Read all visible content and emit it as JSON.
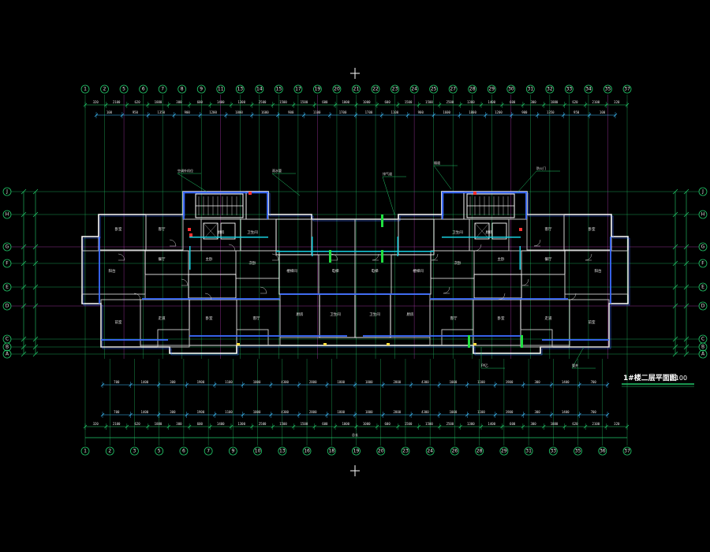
{
  "drawing": {
    "title": "1#楼二层平面图",
    "scale": "1:100",
    "background": "#000000",
    "colors": {
      "grid_axis": "#22c96a",
      "magenta_axis": "#c040c0",
      "dimension": "#3ec0ff",
      "wall": "#ffffff",
      "wall_alt": "#cfcfcf",
      "blue_wall": "#3b6bff",
      "cyan_wall": "#18d0e0",
      "green_line": "#20e040",
      "red_mark": "#ff3030",
      "yellow_mark": "#ffe040"
    }
  },
  "top_axes": [
    "1",
    "2",
    "5",
    "6",
    "7",
    "8",
    "9",
    "11",
    "13",
    "14",
    "15",
    "17",
    "19",
    "20",
    "21",
    "22",
    "23",
    "24",
    "25",
    "27",
    "28",
    "29",
    "30",
    "31",
    "32",
    "33",
    "34",
    "35",
    "37"
  ],
  "bottom_axes": [
    "1",
    "2",
    "3",
    "5",
    "6",
    "7",
    "9",
    "10",
    "13",
    "16",
    "18",
    "19",
    "20",
    "23",
    "24",
    "26",
    "28",
    "29",
    "31",
    "33",
    "35",
    "36",
    "37"
  ],
  "left_axes": [
    "J",
    "H",
    "G",
    "F",
    "E",
    "D",
    "C",
    "B",
    "A"
  ],
  "right_axes": [
    "J",
    "H",
    "G",
    "F",
    "E",
    "D",
    "C",
    "B",
    "A"
  ],
  "top_dim_outer": [
    "320",
    "2100",
    "620",
    "1880",
    "300",
    "600",
    "1400",
    "1300",
    "2500",
    "1500",
    "1500",
    "600",
    "1000",
    "1000",
    "600",
    "1500",
    "1500",
    "2500",
    "1300",
    "1400",
    "600",
    "300",
    "1880",
    "620",
    "2100",
    "320"
  ],
  "top_dim_inner": [
    "100",
    "950",
    "1350",
    "900",
    "1200",
    "1800",
    "1600",
    "900",
    "1100",
    "1700",
    "1700",
    "1100",
    "900",
    "1600",
    "1800",
    "1200",
    "900",
    "1350",
    "950",
    "100"
  ],
  "bottom_dim_outer": [
    "320",
    "2100",
    "620",
    "1880",
    "300",
    "600",
    "1400",
    "1300",
    "2500",
    "1500",
    "1500",
    "600",
    "1000",
    "1000",
    "600",
    "1500",
    "1500",
    "2500",
    "1300",
    "1400",
    "600",
    "300",
    "1880",
    "620",
    "2100",
    "320"
  ],
  "bottom_dim_mid": [
    "700",
    "1400",
    "300",
    "1900",
    "1100",
    "1000",
    "4300",
    "2800",
    "1800",
    "1800",
    "2800",
    "4300",
    "1000",
    "1100",
    "1900",
    "300",
    "1400",
    "700"
  ],
  "total_dim_label": "总长",
  "room_labels": [
    "卧室",
    "客厅",
    "厨房",
    "卫生间",
    "阳台",
    "餐厅",
    "主卧",
    "次卧",
    "楼梯间",
    "电梯",
    "前室",
    "走道"
  ],
  "annotations": [
    "空调外机位",
    "雨水管",
    "排气道",
    "烟道",
    "防火门",
    "FM乙",
    "管井"
  ]
}
